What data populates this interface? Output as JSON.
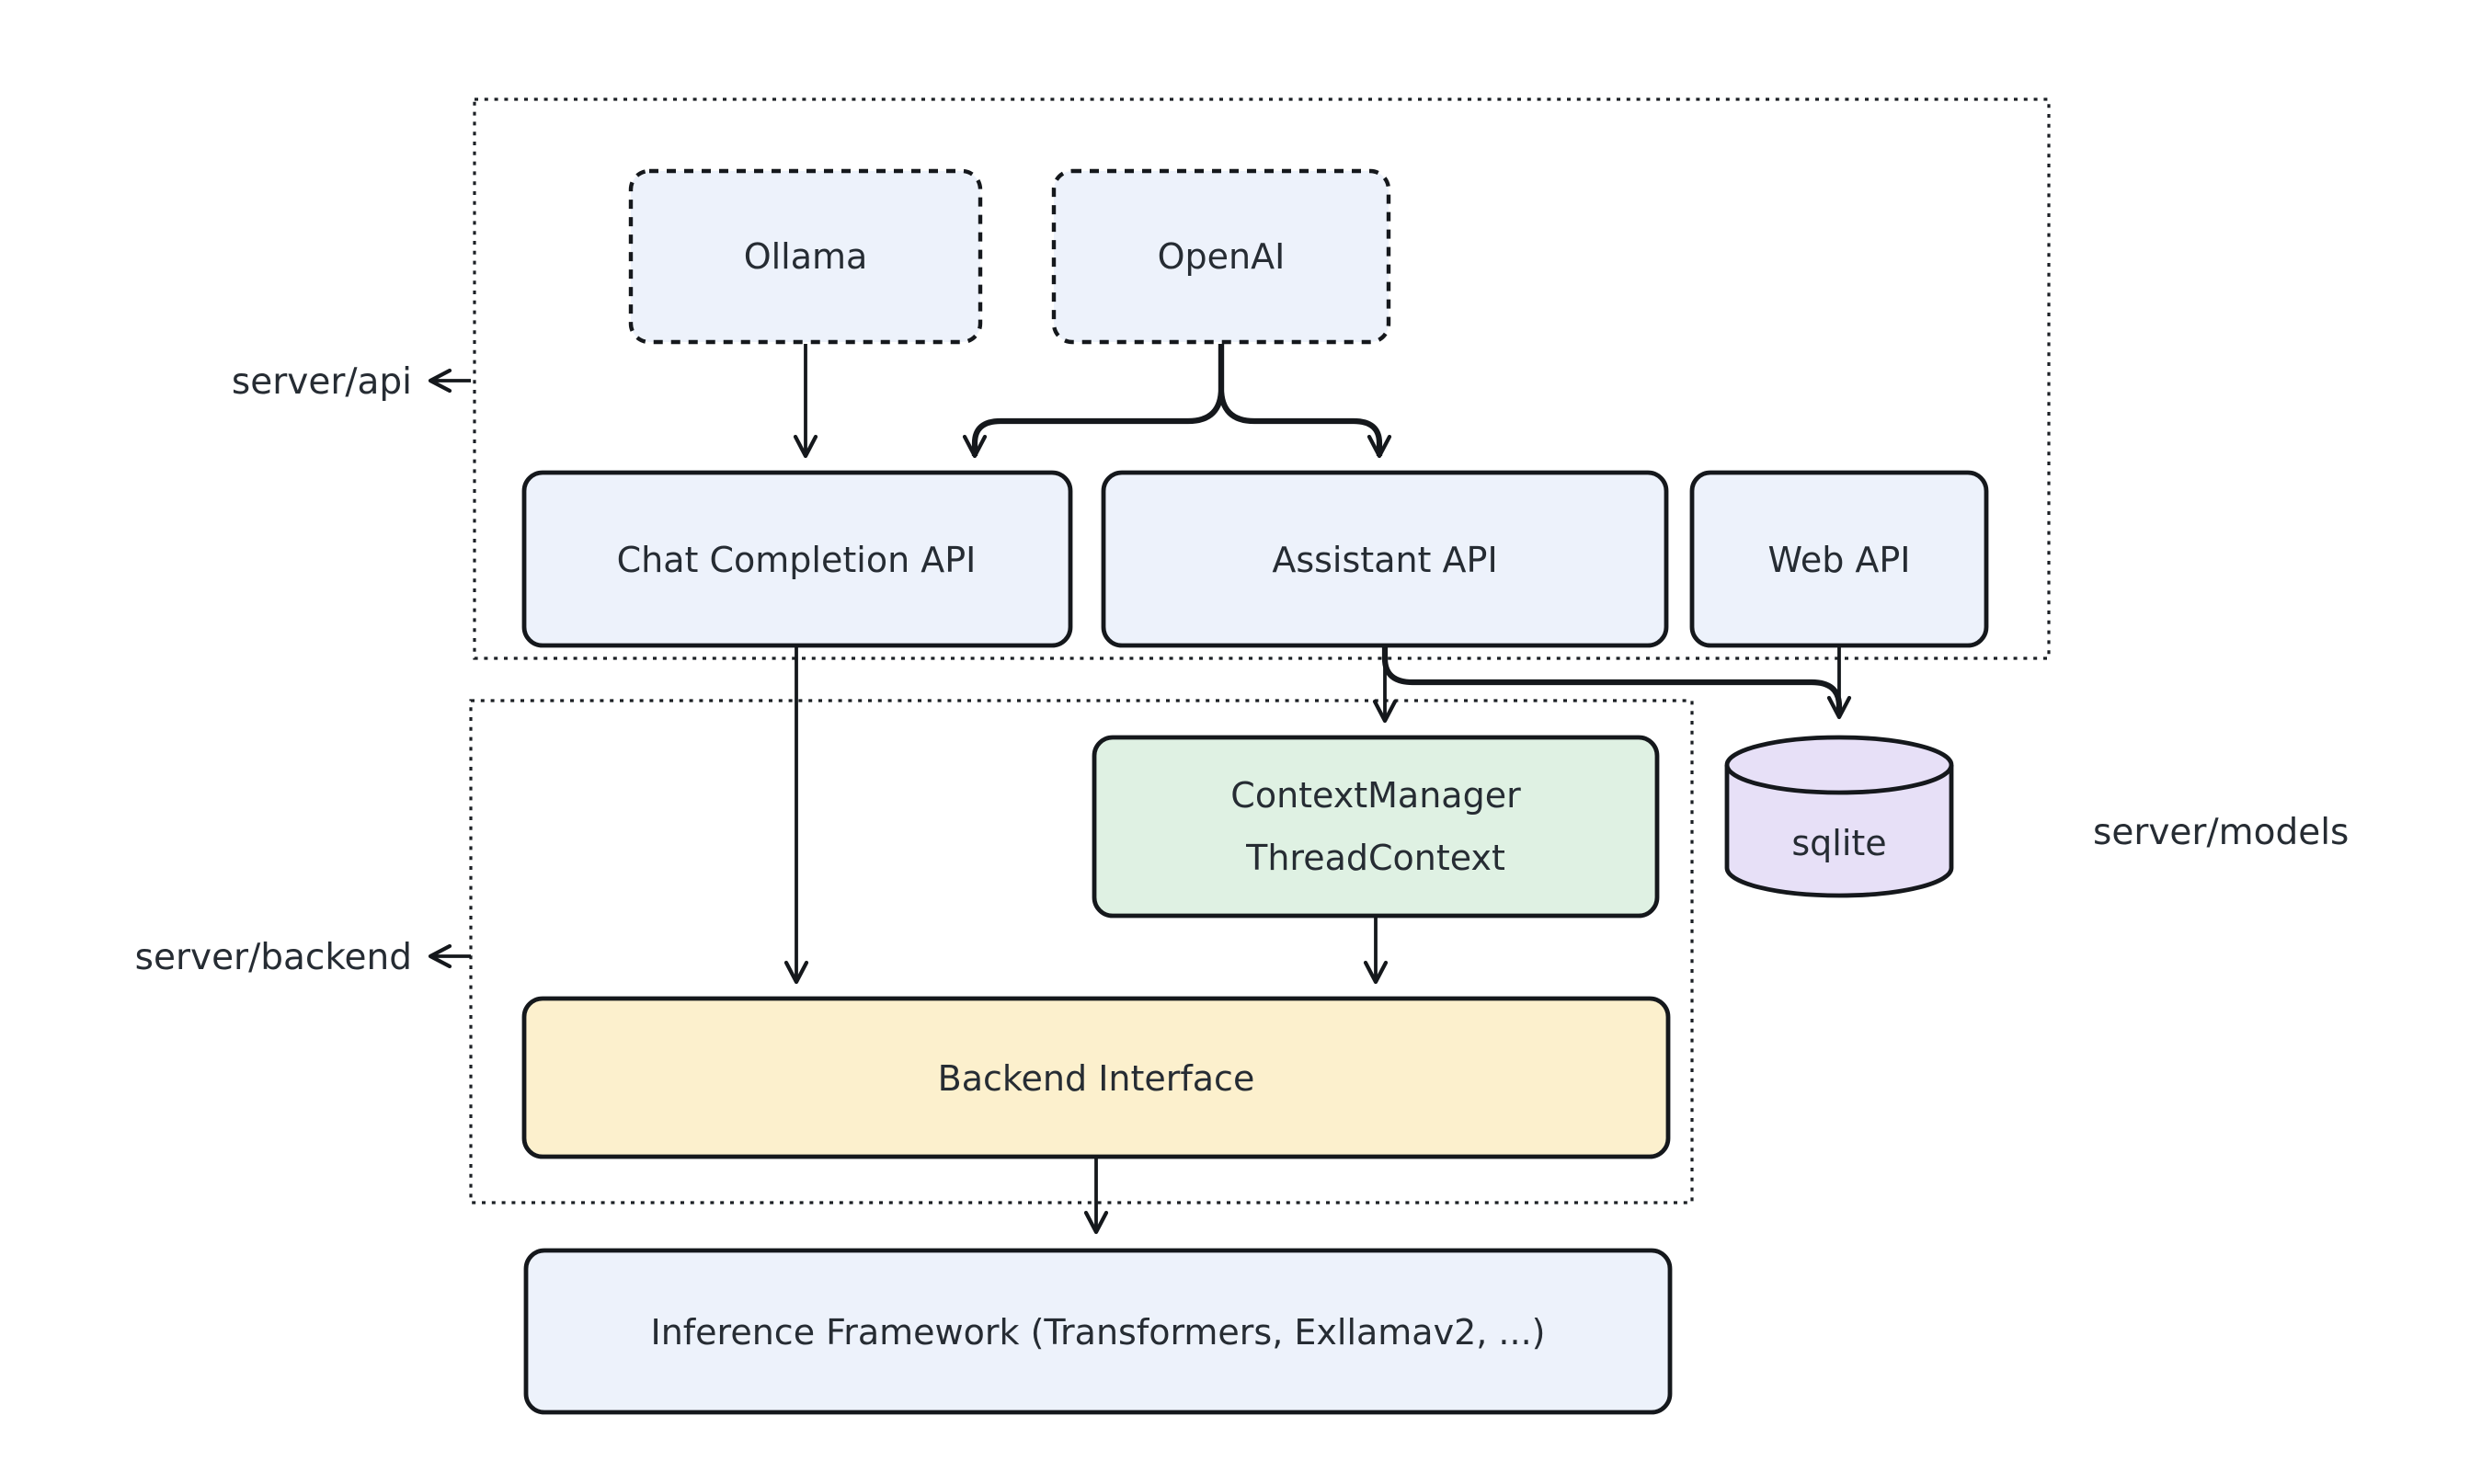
{
  "diagram": {
    "title": "LLM server architecture diagram",
    "colors": {
      "background": "#ffffff",
      "node_blue": "#edf2fb",
      "node_green": "#dff1e3",
      "node_yellow": "#fcf0cd",
      "node_purple": "#e7e0f7",
      "stroke": "#15181c",
      "text": "#262c33"
    },
    "containers": {
      "api": {
        "label": "server/api"
      },
      "backend": {
        "label": "server/backend"
      }
    },
    "side_labels": {
      "models": "server/models"
    },
    "nodes": {
      "ollama": {
        "label": "Ollama",
        "shape": "dashed-box"
      },
      "openai": {
        "label": "OpenAI",
        "shape": "dashed-box"
      },
      "chat": {
        "label": "Chat Completion API",
        "shape": "box"
      },
      "assistant": {
        "label": "Assistant API",
        "shape": "box"
      },
      "web": {
        "label": "Web API",
        "shape": "box"
      },
      "context": {
        "line1": "ContextManager",
        "line2": "ThreadContext",
        "shape": "box"
      },
      "backend_interface": {
        "label": "Backend Interface",
        "shape": "box"
      },
      "inference": {
        "label": "Inference Framework (Transformers, Exllamav2, ...)",
        "shape": "box"
      },
      "sqlite": {
        "label": "sqlite",
        "shape": "cylinder"
      }
    },
    "edges": [
      {
        "from": "Ollama",
        "to": "Chat Completion API"
      },
      {
        "from": "OpenAI",
        "to": "Chat Completion API"
      },
      {
        "from": "OpenAI",
        "to": "Assistant API"
      },
      {
        "from": "Chat Completion API",
        "to": "Backend Interface"
      },
      {
        "from": "Assistant API",
        "to": "ContextManager ThreadContext"
      },
      {
        "from": "Assistant API",
        "to": "sqlite"
      },
      {
        "from": "Web API",
        "to": "sqlite"
      },
      {
        "from": "ContextManager ThreadContext",
        "to": "Backend Interface"
      },
      {
        "from": "Backend Interface",
        "to": "Inference Framework (Transformers, Exllamav2, ...)"
      }
    ]
  }
}
